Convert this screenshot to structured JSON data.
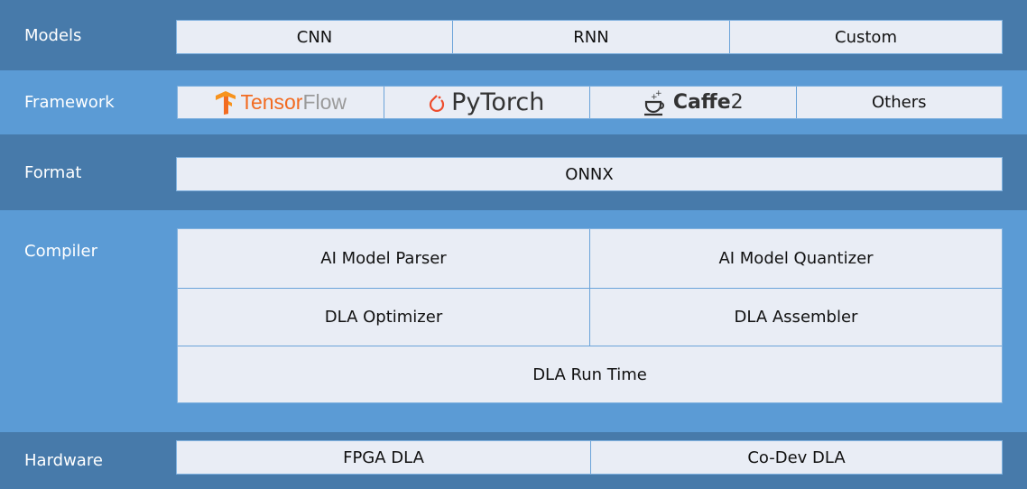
{
  "layers": {
    "models": {
      "label": "Models",
      "items": [
        "CNN",
        "RNN",
        "Custom"
      ]
    },
    "framework": {
      "label": "Framework",
      "items": [
        {
          "icon": "tensorflow-logo",
          "name_a": "Tensor",
          "name_b": "Flow"
        },
        {
          "icon": "pytorch-logo",
          "name": "PyTorch"
        },
        {
          "icon": "caffe2-logo",
          "name_a": "Caffe",
          "name_b": "2"
        },
        {
          "name": "Others"
        }
      ]
    },
    "format": {
      "label": "Format",
      "items": [
        "ONNX"
      ]
    },
    "compiler": {
      "label": "Compiler",
      "rows": [
        [
          "AI Model Parser",
          "AI Model Quantizer"
        ],
        [
          "DLA Optimizer",
          "DLA Assembler"
        ],
        [
          "DLA Run Time"
        ]
      ]
    },
    "hardware": {
      "label": "Hardware",
      "items": [
        "FPGA DLA",
        "Co-Dev DLA"
      ]
    }
  },
  "colors": {
    "dark_band": "#477aaa",
    "light_band": "#5b9bd5",
    "box_fill": "#e9edf5",
    "tensorflow": "#f26b21",
    "pytorch": "#ee4c2c"
  }
}
